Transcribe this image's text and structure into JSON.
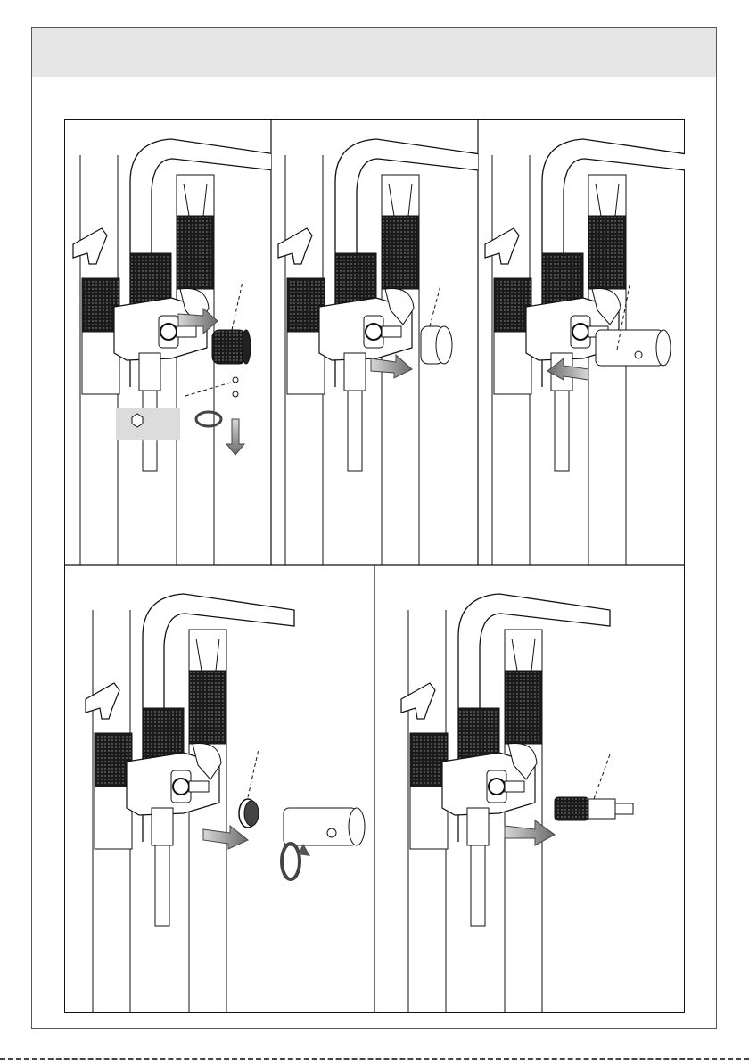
{
  "page": {
    "header_title": ""
  },
  "steps": [
    {
      "id": 1,
      "action": "remove-handle",
      "arrow": "right"
    },
    {
      "id": 2,
      "action": "remove-ring",
      "arrow": "right"
    },
    {
      "id": 3,
      "action": "remove-sleeve",
      "arrow": "left"
    },
    {
      "id": 4,
      "action": "remove-nut-and-rotate-sleeve",
      "arrow": "right"
    },
    {
      "id": 5,
      "action": "remove-cartridge",
      "arrow": "right"
    }
  ],
  "colors": {
    "line": "#111111",
    "knurl": "#1a1a1a",
    "arrow_fill": "#8a8a8a",
    "header_band": "#e6e6e6",
    "tool_callout": "#dcdcdc"
  },
  "icons": [
    "hex-key-icon",
    "rotate-arrow-icon",
    "down-arrow-icon",
    "right-arrow-icon",
    "left-arrow-icon"
  ]
}
